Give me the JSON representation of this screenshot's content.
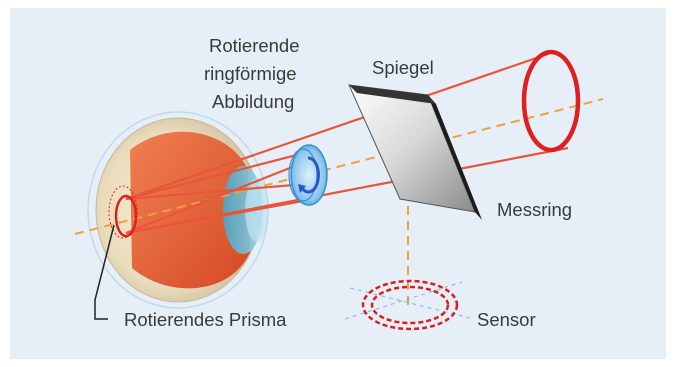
{
  "labels": {
    "rotating_image": [
      "Rotierende",
      "ringförmige",
      "Abbildung"
    ],
    "mirror": "Spiegel",
    "measuring_ring": "Messring",
    "rotating_prism": "Rotierendes Prisma",
    "sensor": "Sensor"
  },
  "colors": {
    "background": "#e6eef8",
    "beam": "#e8563a",
    "ring": "#e02020",
    "axis": "#f0a040",
    "lens": "#4a9ee0",
    "label": "#3a3a3a"
  }
}
